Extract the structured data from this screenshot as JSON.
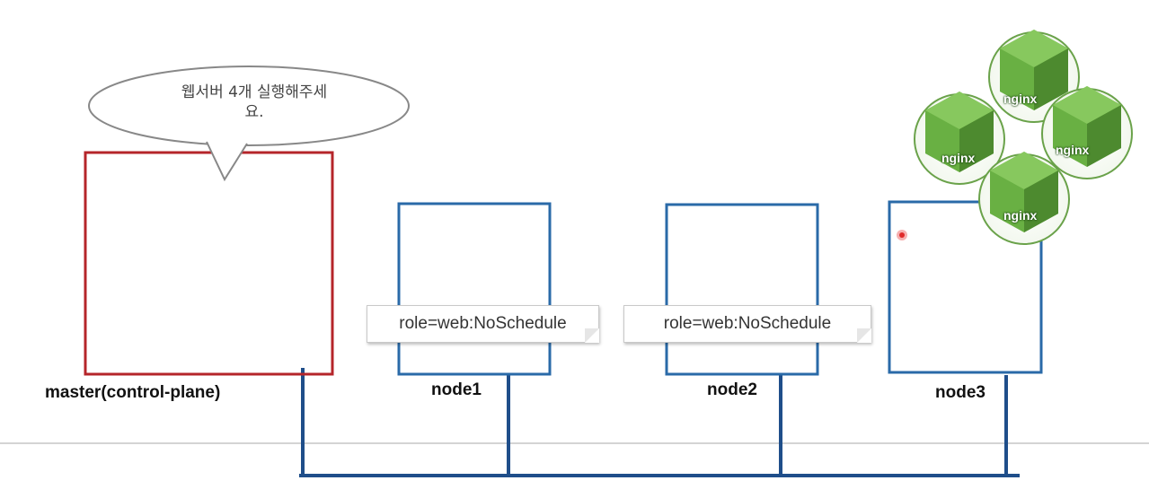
{
  "speech_bubble": {
    "text": "웹서버 4개 실행해주세\n요."
  },
  "nodes": {
    "master": "master(control-plane)",
    "node1": "node1",
    "node2": "node2",
    "node3": "node3"
  },
  "taints": {
    "node1": "role=web:NoSchedule",
    "node2": "role=web:NoSchedule"
  },
  "pods": [
    "nginx",
    "nginx",
    "nginx",
    "nginx"
  ],
  "colors": {
    "master_border": "#b5252a",
    "node_border": "#2a6aa8",
    "network": "#1f4e8a",
    "pod_green": "#5ea33a"
  }
}
